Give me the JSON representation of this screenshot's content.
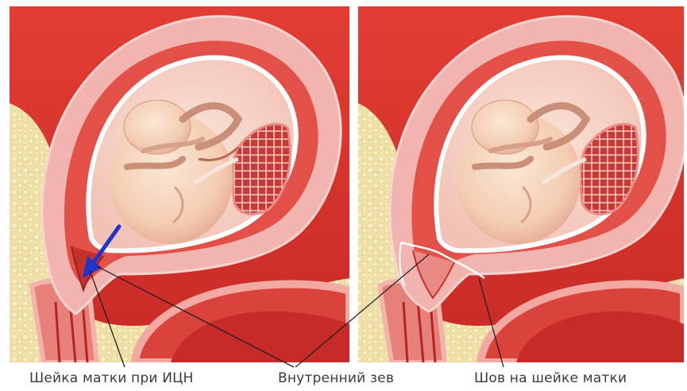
{
  "labels": {
    "left": "Шейка матки при ИЦН",
    "middle": "Внутренний зев",
    "right": "Шов на шейке матки"
  },
  "colors": {
    "background": "#d7332c",
    "uterine_wall": "#f2b4ae",
    "amniotic_membrane": "#ffffff",
    "fetus": "#f6d8c0",
    "fat_tissue": "#efe1a7",
    "placenta": "#c9403c",
    "arrow": "#2233cc",
    "leader_line": "#222222"
  },
  "panels": [
    {
      "name": "insufficient-cervix"
    },
    {
      "name": "sutured-cervix"
    }
  ]
}
